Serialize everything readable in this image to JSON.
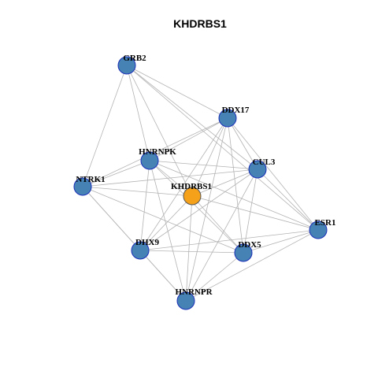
{
  "title": "KHDRBS1",
  "colors": {
    "node_default": "#4682b4",
    "node_center": "#f5a11a",
    "node_border": "#1a2fb8",
    "edge": "#b3b3b3"
  },
  "nodes": [
    {
      "id": "GRB2",
      "label": "GRB2",
      "center": false
    },
    {
      "id": "DDX17",
      "label": "DDX17",
      "center": false
    },
    {
      "id": "HNRNPK",
      "label": "HNRNPK",
      "center": false
    },
    {
      "id": "CUL3",
      "label": "CUL3",
      "center": false
    },
    {
      "id": "NTRK1",
      "label": "NTRK1",
      "center": false
    },
    {
      "id": "KHDRBS1",
      "label": "KHDRBS1",
      "center": true
    },
    {
      "id": "ESR1",
      "label": "ESR1",
      "center": false
    },
    {
      "id": "DHX9",
      "label": "DHX9",
      "center": false
    },
    {
      "id": "DDX5",
      "label": "DDX5",
      "center": false
    },
    {
      "id": "HNRNPR",
      "label": "HNRNPR",
      "center": false
    }
  ],
  "edges": [
    [
      "GRB2",
      "DDX17"
    ],
    [
      "GRB2",
      "HNRNPK"
    ],
    [
      "GRB2",
      "CUL3"
    ],
    [
      "GRB2",
      "NTRK1"
    ],
    [
      "GRB2",
      "KHDRBS1"
    ],
    [
      "GRB2",
      "ESR1"
    ],
    [
      "DDX17",
      "HNRNPK"
    ],
    [
      "DDX17",
      "CUL3"
    ],
    [
      "DDX17",
      "NTRK1"
    ],
    [
      "DDX17",
      "KHDRBS1"
    ],
    [
      "DDX17",
      "ESR1"
    ],
    [
      "DDX17",
      "DHX9"
    ],
    [
      "DDX17",
      "DDX5"
    ],
    [
      "DDX17",
      "HNRNPR"
    ],
    [
      "HNRNPK",
      "CUL3"
    ],
    [
      "HNRNPK",
      "NTRK1"
    ],
    [
      "HNRNPK",
      "KHDRBS1"
    ],
    [
      "HNRNPK",
      "ESR1"
    ],
    [
      "HNRNPK",
      "DHX9"
    ],
    [
      "HNRNPK",
      "DDX5"
    ],
    [
      "HNRNPK",
      "HNRNPR"
    ],
    [
      "CUL3",
      "NTRK1"
    ],
    [
      "CUL3",
      "KHDRBS1"
    ],
    [
      "CUL3",
      "ESR1"
    ],
    [
      "CUL3",
      "DHX9"
    ],
    [
      "CUL3",
      "DDX5"
    ],
    [
      "CUL3",
      "HNRNPR"
    ],
    [
      "NTRK1",
      "KHDRBS1"
    ],
    [
      "NTRK1",
      "DHX9"
    ],
    [
      "NTRK1",
      "DDX5"
    ],
    [
      "NTRK1",
      "HNRNPR"
    ],
    [
      "KHDRBS1",
      "ESR1"
    ],
    [
      "KHDRBS1",
      "DHX9"
    ],
    [
      "KHDRBS1",
      "DDX5"
    ],
    [
      "KHDRBS1",
      "HNRNPR"
    ],
    [
      "ESR1",
      "DHX9"
    ],
    [
      "ESR1",
      "DDX5"
    ],
    [
      "ESR1",
      "HNRNPR"
    ],
    [
      "DHX9",
      "DDX5"
    ],
    [
      "DHX9",
      "HNRNPR"
    ],
    [
      "DDX5",
      "HNRNPR"
    ]
  ]
}
